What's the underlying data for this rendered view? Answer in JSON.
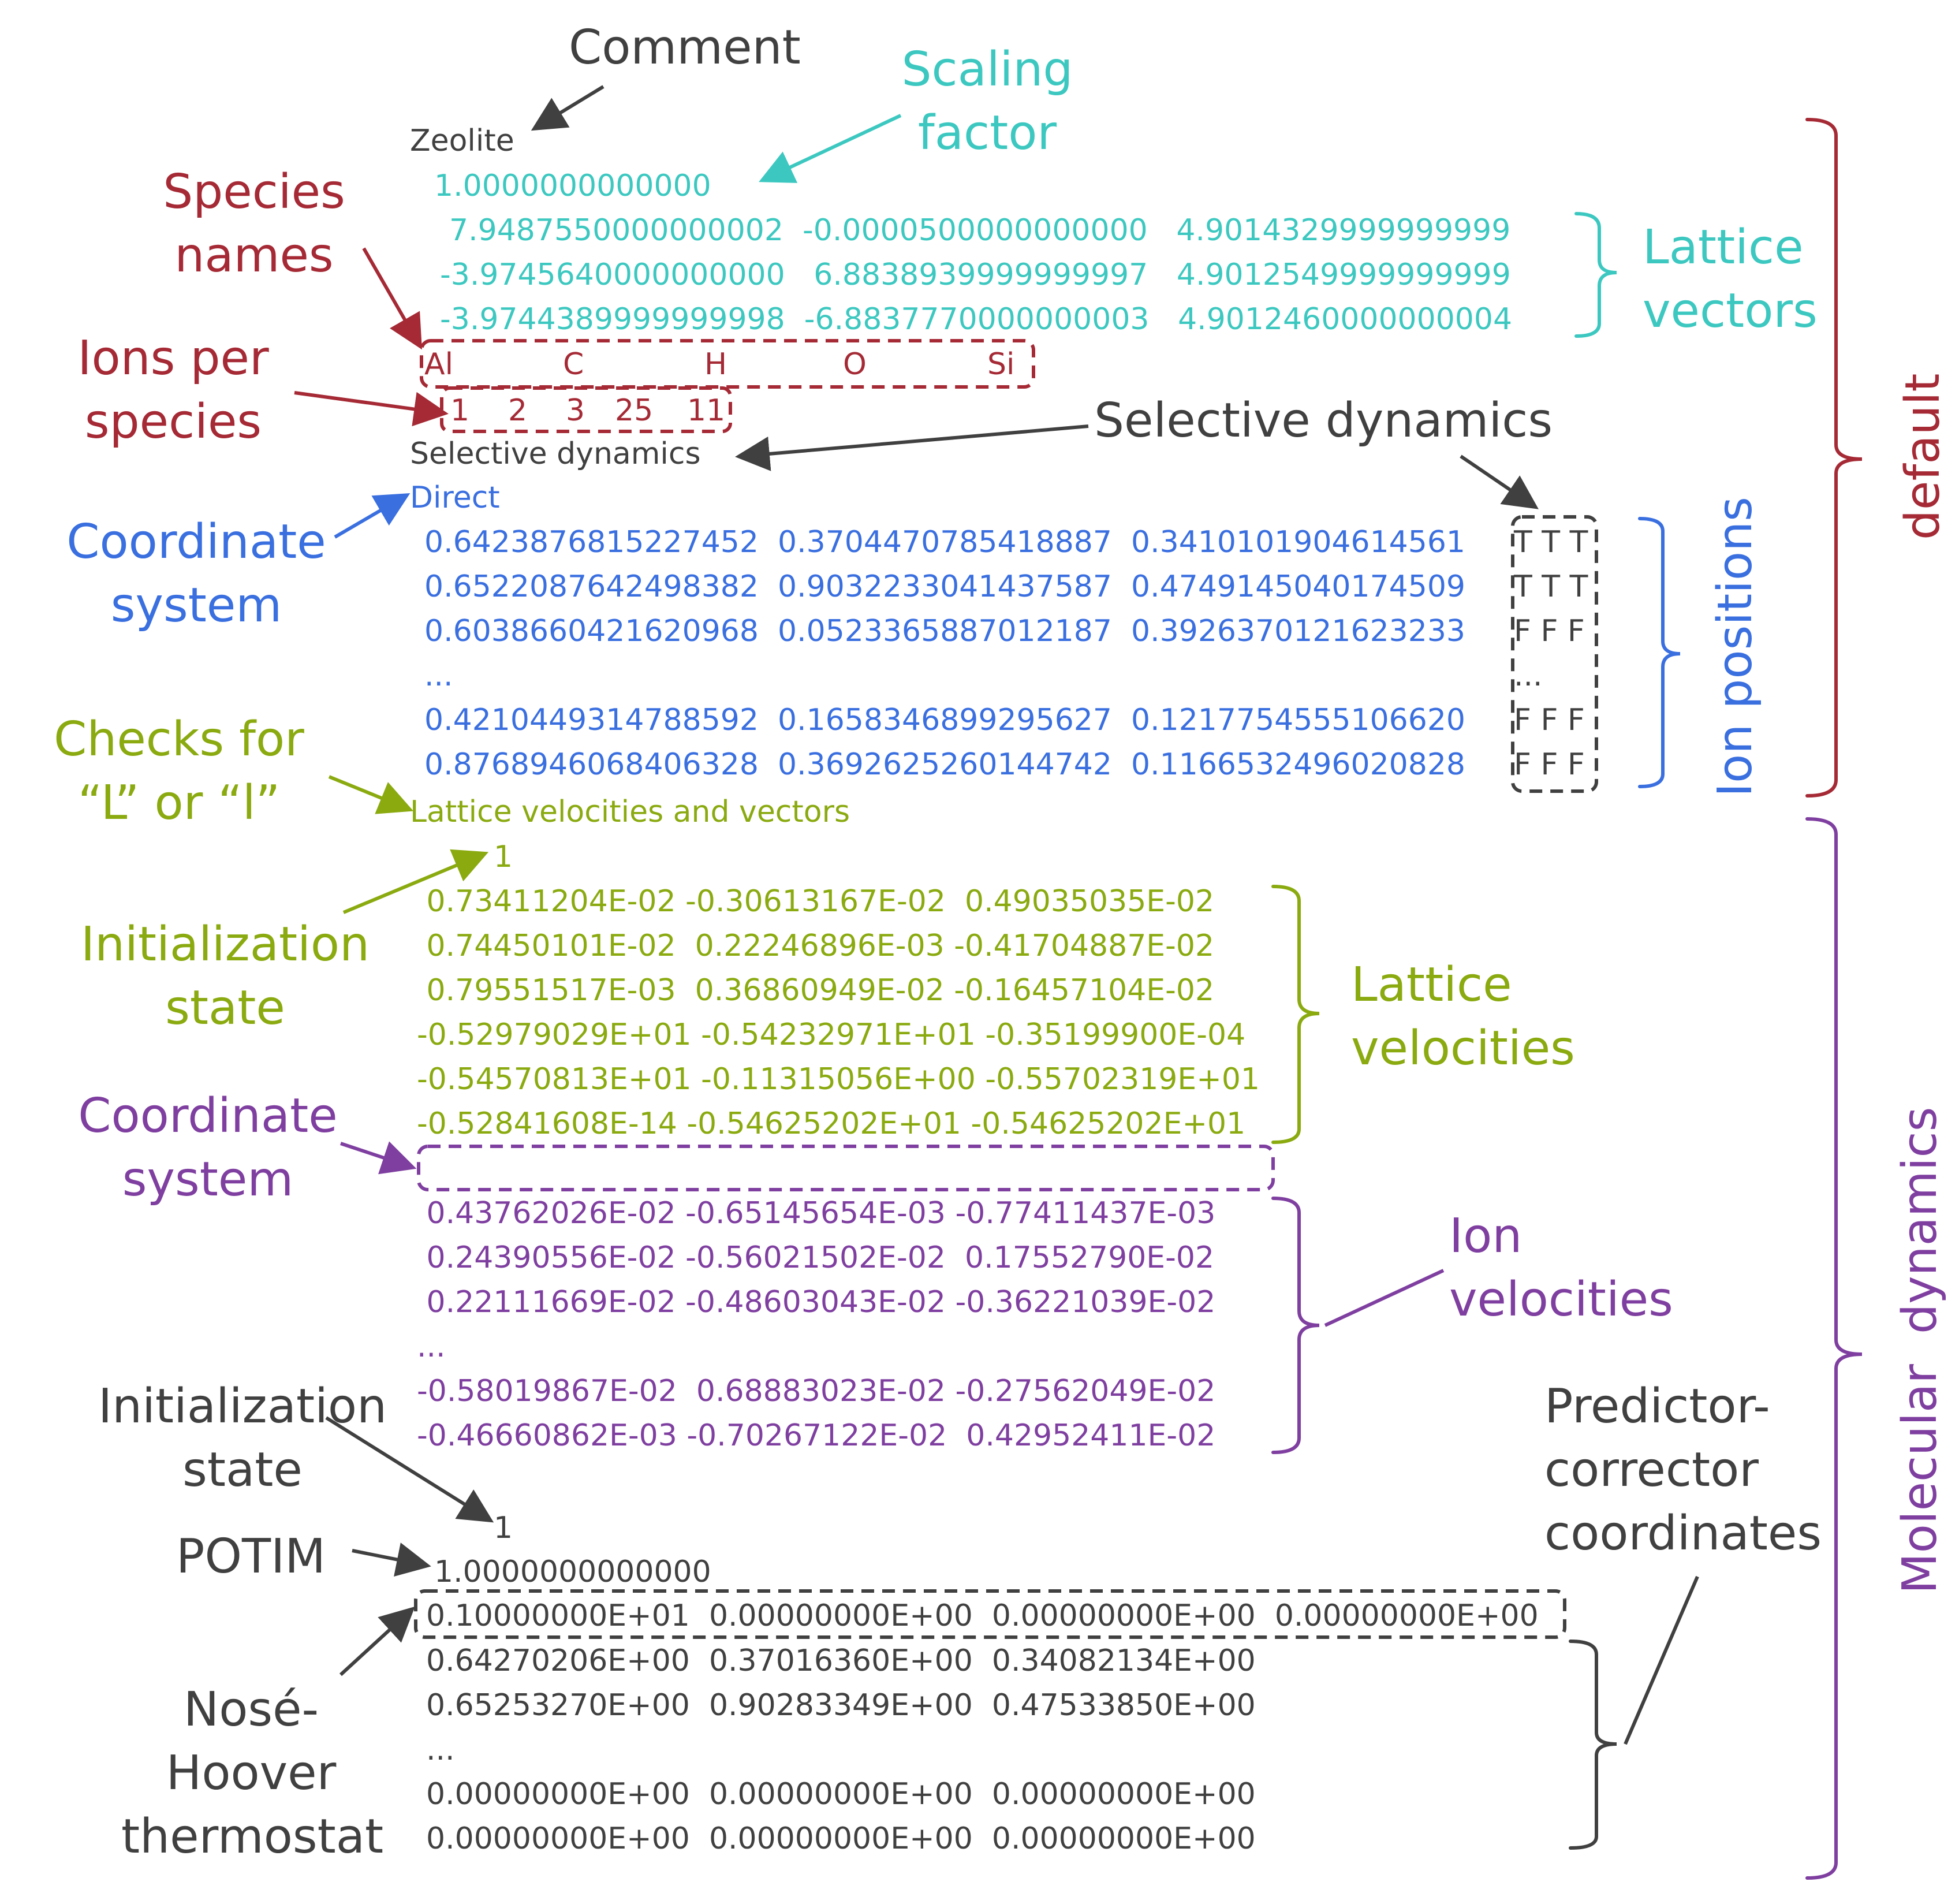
{
  "colors": {
    "gray": "#404040",
    "teal": "#3cc8c0",
    "red": "#a52a35",
    "blue": "#3a6fe0",
    "green": "#8aaa10",
    "purple": "#7f3fa0"
  },
  "annotations": {
    "comment": "Comment",
    "scaling_factor": [
      "Scaling",
      "factor"
    ],
    "species_names": [
      "Species",
      "names"
    ],
    "lattice_vectors": [
      "Lattice",
      "vectors"
    ],
    "ions_per_species": [
      "Ions per",
      "species"
    ],
    "selective_dynamics": "Selective dynamics",
    "coordinate_system_default": [
      "Coordinate",
      "system"
    ],
    "ion_positions": "Ion positions",
    "default": "default",
    "checks_for_l": [
      "Checks for",
      "“L” or “l”"
    ],
    "initialization_state_lattice": [
      "Initialization",
      "state"
    ],
    "lattice_velocities": [
      "Lattice",
      "velocities"
    ],
    "coordinate_system_md": [
      "Coordinate",
      "system"
    ],
    "ion_velocities": [
      "Ion",
      "velocities"
    ],
    "initialization_state_pc": [
      "Initialization",
      "state"
    ],
    "potim": "POTIM",
    "nose_hoover": [
      "Nosé-",
      "Hoover",
      "thermostat"
    ],
    "predictor_corrector": [
      "Predictor-",
      "corrector",
      "coordinates"
    ],
    "molecular_dynamics": "Molecular  dynamics"
  },
  "poscar": {
    "comment": "Zeolite",
    "scaling": "1.0000000000000",
    "lattice": [
      "7.9487550000000002  -0.0000500000000000   4.9014329999999999",
      "-3.9745640000000000   6.8838939999999997   4.9012549999999999",
      "-3.9744389999999998  -6.8837770000000003   4.9012460000000004"
    ],
    "species": [
      "Al",
      "C",
      "H",
      "O",
      "Si"
    ],
    "counts": [
      "1",
      "2",
      "3",
      "25",
      "11"
    ],
    "selective": "Selective dynamics",
    "coord_system": "Direct",
    "positions": [
      {
        "xyz": "0.6423876815227452  0.3704470785418887  0.3410101904614561",
        "flags": "T T T"
      },
      {
        "xyz": "0.6522087642498382  0.9032233041437587  0.4749145040174509",
        "flags": "T T T"
      },
      {
        "xyz": "0.6038660421620968  0.0523365887012187  0.3926370121623233",
        "flags": "F F F"
      },
      {
        "xyz": "...",
        "flags": "..."
      },
      {
        "xyz": "0.4210449314788592  0.1658346899295627  0.1217754555106620",
        "flags": "F F F"
      },
      {
        "xyz": "0.8768946068406328  0.3692625260144742  0.1166532496020828",
        "flags": "F F F"
      }
    ],
    "lattice_header": "Lattice velocities and vectors",
    "lattice_init": "1",
    "lattice_velocities": [
      " 0.73411204E-02 -0.30613167E-02  0.49035035E-02",
      " 0.74450101E-02  0.22246896E-03 -0.41704887E-02",
      " 0.79551517E-03  0.36860949E-02 -0.16457104E-02",
      "-0.52979029E+01 -0.54232971E+01 -0.35199900E-04",
      "-0.54570813E+01 -0.11315056E+00 -0.55702319E+01",
      "-0.52841608E-14 -0.54625202E+01 -0.54625202E+01"
    ],
    "ion_velocities": [
      " 0.43762026E-02 -0.65145654E-03 -0.77411437E-03",
      " 0.24390556E-02 -0.56021502E-02  0.17552790E-02",
      " 0.22111669E-02 -0.48603043E-02 -0.36221039E-02",
      "...",
      "-0.58019867E-02  0.68883023E-02 -0.27562049E-02",
      "-0.46660862E-03 -0.70267122E-02  0.42952411E-02"
    ],
    "pc_init": "1",
    "potim": "1.0000000000000",
    "nose_hoover": "0.10000000E+01  0.00000000E+00  0.00000000E+00  0.00000000E+00",
    "pc_coords": [
      "0.64270206E+00  0.37016360E+00  0.34082134E+00",
      "0.65253270E+00  0.90283349E+00  0.47533850E+00",
      "...",
      "0.00000000E+00  0.00000000E+00  0.00000000E+00",
      "0.00000000E+00  0.00000000E+00  0.00000000E+00"
    ]
  }
}
